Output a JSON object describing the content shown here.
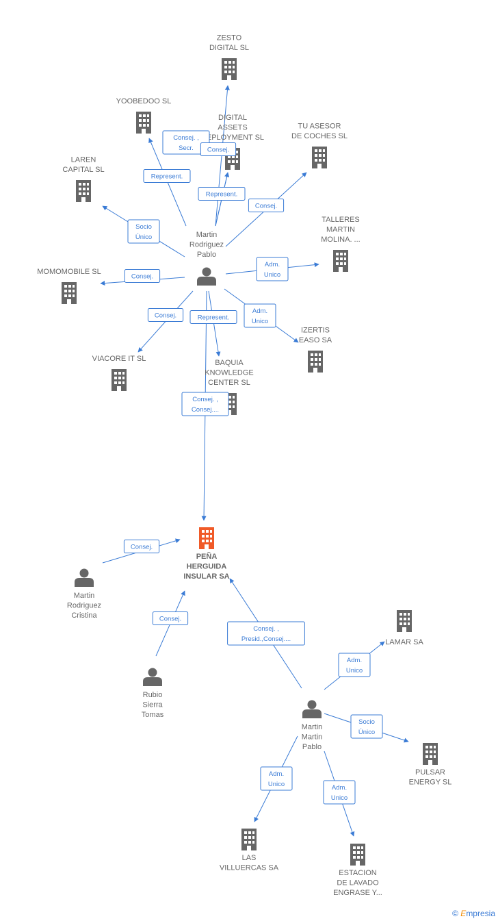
{
  "colors": {
    "edge": "#3a7bd5",
    "company": "#666666",
    "focus": "#f05a28",
    "person": "#666666"
  },
  "nodes": [
    {
      "id": "zesto",
      "type": "company",
      "label": [
        "ZESTO",
        "DIGITAL  SL"
      ]
    },
    {
      "id": "yoobedoo",
      "type": "company",
      "label": [
        "YOOBEDOO  SL"
      ]
    },
    {
      "id": "digital_assets",
      "type": "company",
      "label": [
        "DIGITAL",
        "ASSETS",
        "DEPLOYMENT SL"
      ]
    },
    {
      "id": "tu_asesor",
      "type": "company",
      "label": [
        "TU ASESOR",
        "DE COCHES SL"
      ]
    },
    {
      "id": "laren",
      "type": "company",
      "label": [
        "LAREN",
        "CAPITAL SL"
      ]
    },
    {
      "id": "talleres",
      "type": "company",
      "label": [
        "TALLERES",
        "MARTIN",
        "MOLINA. ..."
      ]
    },
    {
      "id": "momomobile",
      "type": "company",
      "label": [
        "MOMOMOBILE SL"
      ]
    },
    {
      "id": "izertis",
      "type": "company",
      "label": [
        "IZERTIS",
        "EASO SA"
      ]
    },
    {
      "id": "viacore",
      "type": "company",
      "label": [
        "VIACORE IT SL"
      ]
    },
    {
      "id": "baquia",
      "type": "company",
      "label": [
        "BAQUIA",
        "KNOWLEDGE",
        "CENTER SL"
      ]
    },
    {
      "id": "pena",
      "type": "focus",
      "label": [
        "PEÑA",
        "HERGUIDA",
        "INSULAR SA"
      ]
    },
    {
      "id": "lamar",
      "type": "company",
      "label": [
        "LAMAR SA"
      ]
    },
    {
      "id": "pulsar",
      "type": "company",
      "label": [
        "PULSAR",
        "ENERGY SL"
      ]
    },
    {
      "id": "villuercas",
      "type": "company",
      "label": [
        "LAS",
        "VILLUERCAS SA"
      ]
    },
    {
      "id": "estacion",
      "type": "company",
      "label": [
        "ESTACION",
        "DE LAVADO",
        "ENGRASE Y..."
      ]
    },
    {
      "id": "mrp",
      "type": "person",
      "label": [
        "Martin",
        "Rodriguez",
        "Pablo"
      ]
    },
    {
      "id": "mrc",
      "type": "person",
      "label": [
        "Martin",
        "Rodriguez",
        "Cristina"
      ]
    },
    {
      "id": "rst",
      "type": "person",
      "label": [
        "Rubio",
        "Sierra",
        "Tomas"
      ]
    },
    {
      "id": "mmp",
      "type": "person",
      "label": [
        "Martin",
        "Martin",
        "Pablo"
      ]
    }
  ],
  "edges": [
    {
      "from": "mrp",
      "to": "zesto",
      "label": [
        "Consej.  ,",
        "Secr."
      ]
    },
    {
      "from": "mrp",
      "to": "digital_assets",
      "label": [
        "Consej."
      ]
    },
    {
      "from": "mrp",
      "to": "yoobedoo",
      "label": [
        "Represent."
      ]
    },
    {
      "from": "mrp",
      "to": "digital_assets",
      "label": [
        "Represent."
      ]
    },
    {
      "from": "mrp",
      "to": "tu_asesor",
      "label": [
        "Consej."
      ]
    },
    {
      "from": "mrp",
      "to": "laren",
      "label": [
        "Socio",
        "Único"
      ]
    },
    {
      "from": "mrp",
      "to": "talleres",
      "label": [
        "Adm.",
        "Unico"
      ]
    },
    {
      "from": "mrp",
      "to": "momomobile",
      "label": [
        "Consej."
      ]
    },
    {
      "from": "mrp",
      "to": "izertis",
      "label": [
        "Adm.",
        "Unico"
      ]
    },
    {
      "from": "mrp",
      "to": "viacore",
      "label": [
        "Consej."
      ]
    },
    {
      "from": "mrp",
      "to": "baquia",
      "label": [
        "Represent."
      ]
    },
    {
      "from": "mrp",
      "to": "pena",
      "label": [
        "Consej.  ,",
        "Consej...."
      ]
    },
    {
      "from": "mrc",
      "to": "pena",
      "label": [
        "Consej."
      ]
    },
    {
      "from": "rst",
      "to": "pena",
      "label": [
        "Consej."
      ]
    },
    {
      "from": "mmp",
      "to": "pena",
      "label": [
        "Consej.  ,",
        "Presid.,Consej...."
      ]
    },
    {
      "from": "mmp",
      "to": "lamar",
      "label": [
        "Adm.",
        "Unico"
      ]
    },
    {
      "from": "mmp",
      "to": "pulsar",
      "label": [
        "Socio",
        "Único"
      ]
    },
    {
      "from": "mmp",
      "to": "villuercas",
      "label": [
        "Adm.",
        "Unico"
      ]
    },
    {
      "from": "mmp",
      "to": "estacion",
      "label": [
        "Adm.",
        "Unico"
      ]
    }
  ],
  "footer": {
    "copyright": "©",
    "brand_initial": "E",
    "brand_rest": "mpresia"
  }
}
